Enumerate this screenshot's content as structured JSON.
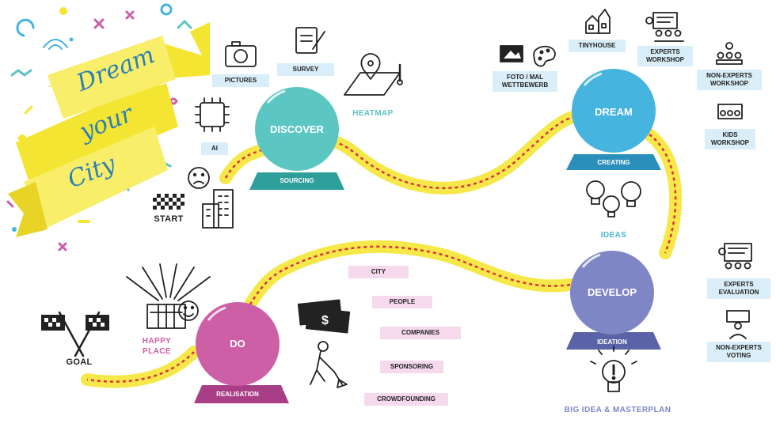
{
  "banner": {
    "line1": "Dream",
    "line2": "your",
    "line3": "City"
  },
  "labels": {
    "start": "START",
    "goal": "GOAL",
    "happy_place": "HAPPY\nPLACE",
    "heatmap": "HEATMAP",
    "ideas": "IDEAS",
    "big_idea": "BIG IDEA & MASTERPLAN"
  },
  "discover": {
    "title": "DISCOVER",
    "subtitle": "SOURCING",
    "items": [
      "PICTURES",
      "SURVEY",
      "AI"
    ]
  },
  "dream": {
    "title": "DREAM",
    "subtitle": "CREATING",
    "items": [
      "FOTO / MAL\nWETTBEWERB",
      "TINYHOUSE",
      "EXPERTS\nWORKSHOP",
      "NON-EXPERTS\nWORKSHOP",
      "KIDS\nWORKSHOP"
    ]
  },
  "develop": {
    "title": "DEVELOP",
    "subtitle": "IDEATION",
    "items": [
      "EXPERTS\nEVALUATION",
      "NON-EXPERTS\nVOTING"
    ]
  },
  "do": {
    "title": "DO",
    "subtitle": "REALISATION",
    "items": [
      "CITY",
      "PEOPLE",
      "COMPANIES",
      "SPONSORING",
      "CROWDFOUNDING"
    ]
  },
  "colors": {
    "discover": "#5cc6c2",
    "dream": "#45b4de",
    "develop": "#7f86c6",
    "do": "#cc5fa6",
    "path_yellow": "#f7e84a",
    "path_red": "#d8323c",
    "banner_yellow": "#f4e532",
    "label_bg_blue": "#d9eef8",
    "label_bg_pink": "#f6d9ec"
  }
}
